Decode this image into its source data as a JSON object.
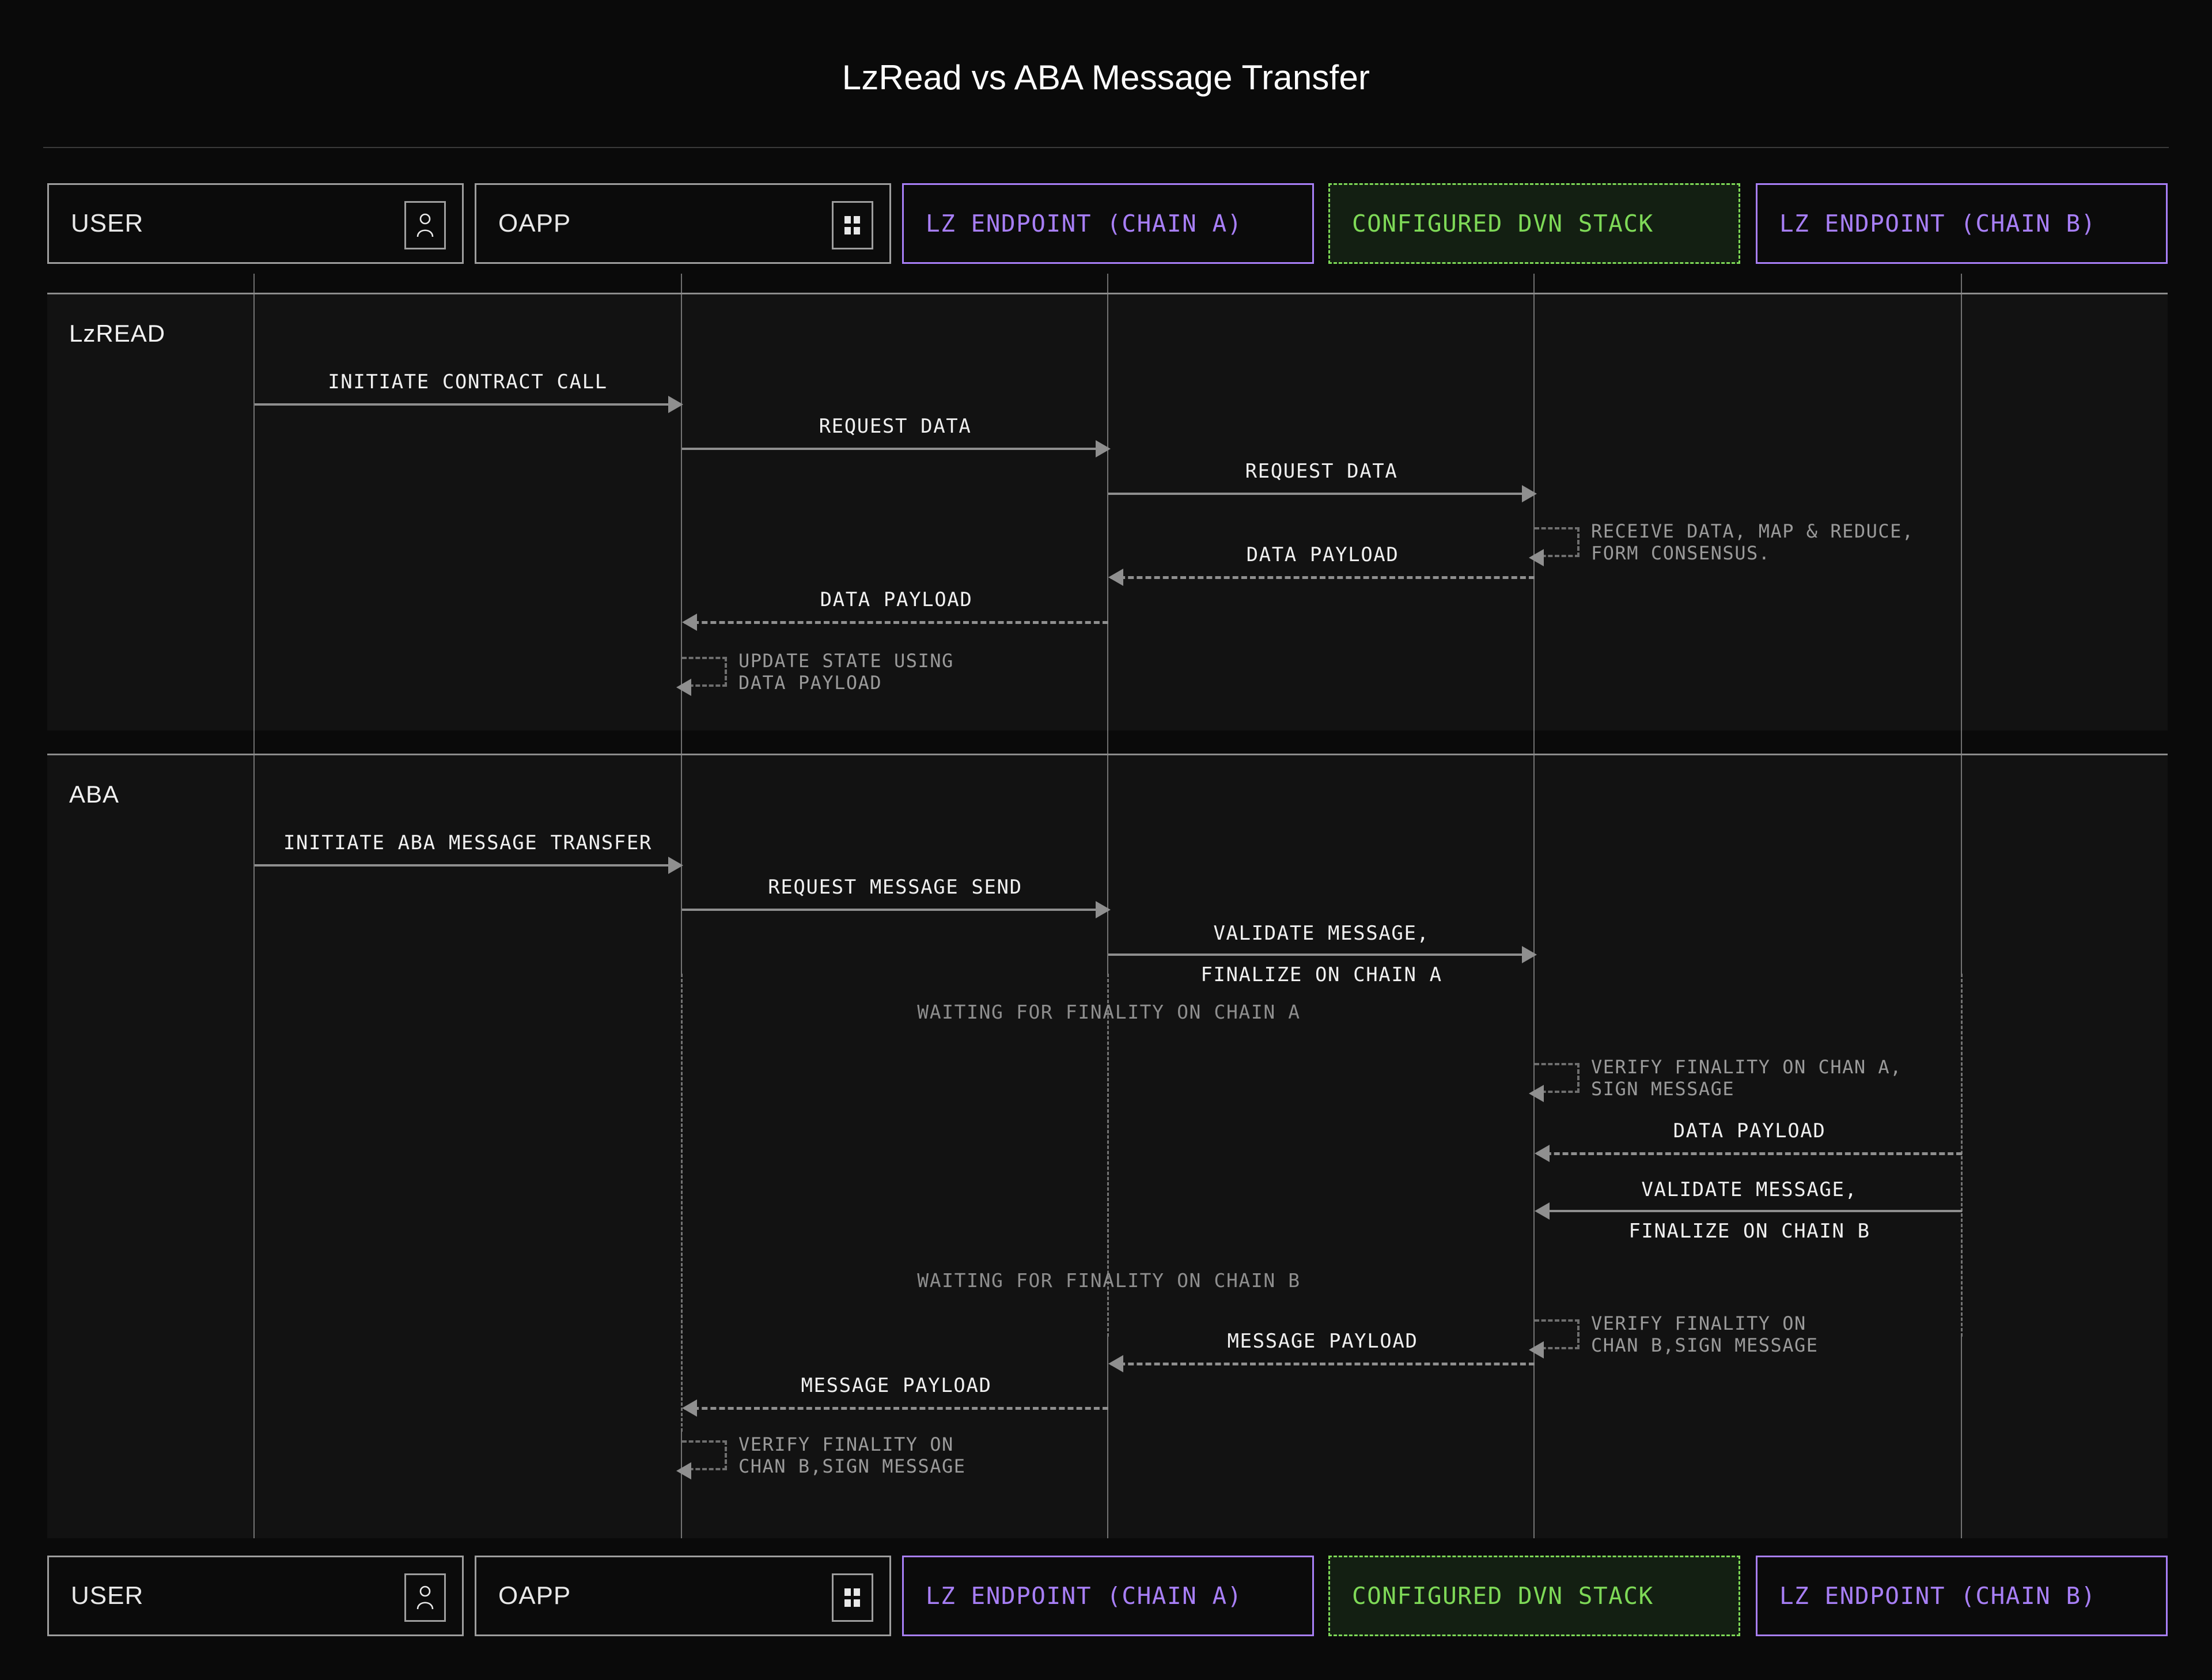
{
  "title": "LzRead vs ABA Message Transfer",
  "colors": {
    "background": "#0a0a0a",
    "default_border": "#9e9e9e",
    "violet": "#a87ff7",
    "green": "#7ed957",
    "green_fill": "#131f12",
    "arrow": "#8f8f8f",
    "note_text": "#9a9a9a",
    "section_fill": "rgba(255,255,255,0.035)"
  },
  "participants": [
    {
      "id": "user",
      "label": "USER",
      "style": "default",
      "icon": "person-icon"
    },
    {
      "id": "oapp",
      "label": "OAPP",
      "style": "default",
      "icon": "grid-squares-icon"
    },
    {
      "id": "epa",
      "label": "LZ ENDPOINT (CHAIN A)",
      "style": "violet",
      "icon": null
    },
    {
      "id": "dvn",
      "label": "CONFIGURED DVN STACK",
      "style": "green-dashed",
      "icon": null
    },
    {
      "id": "epb",
      "label": "LZ ENDPOINT (CHAIN B)",
      "style": "violet",
      "icon": null
    }
  ],
  "sections": [
    {
      "id": "lzread",
      "label": "LzREAD",
      "messages": [
        {
          "from": "user",
          "to": "oapp",
          "label": "INITIATE CONTRACT CALL",
          "type": "solid",
          "direction": "right"
        },
        {
          "from": "oapp",
          "to": "epa",
          "label": "REQUEST DATA",
          "type": "solid",
          "direction": "right"
        },
        {
          "from": "epa",
          "to": "dvn",
          "label": "REQUEST DATA",
          "type": "solid",
          "direction": "right"
        },
        {
          "from": "dvn",
          "to": "epa",
          "label": "DATA PAYLOAD",
          "type": "dashed",
          "direction": "left"
        },
        {
          "from": "epa",
          "to": "oapp",
          "label": "DATA PAYLOAD",
          "type": "dashed",
          "direction": "left"
        }
      ],
      "notes": [
        {
          "on": "dvn",
          "lines": [
            "RECEIVE DATA, MAP & REDUCE,",
            "FORM CONSENSUS."
          ]
        },
        {
          "on": "oapp",
          "lines": [
            "UPDATE STATE USING",
            "DATA PAYLOAD"
          ]
        }
      ],
      "waiting": []
    },
    {
      "id": "aba",
      "label": "ABA",
      "messages": [
        {
          "from": "user",
          "to": "oapp",
          "label": "INITIATE ABA MESSAGE TRANSFER",
          "type": "solid",
          "direction": "right"
        },
        {
          "from": "oapp",
          "to": "epa",
          "label": "REQUEST MESSAGE SEND",
          "type": "solid",
          "direction": "right"
        },
        {
          "from": "epa",
          "to": "dvn",
          "label": "VALIDATE MESSAGE,\nFINALIZE ON CHAIN A",
          "type": "solid",
          "direction": "right"
        },
        {
          "from": "epb",
          "to": "dvn",
          "label": "DATA PAYLOAD",
          "type": "dashed",
          "direction": "left"
        },
        {
          "from": "epb",
          "to": "dvn",
          "label": "VALIDATE MESSAGE,\nFINALIZE ON CHAIN B",
          "type": "solid",
          "direction": "left"
        },
        {
          "from": "dvn",
          "to": "epa",
          "label": "MESSAGE PAYLOAD",
          "type": "dashed",
          "direction": "left"
        },
        {
          "from": "epa",
          "to": "oapp",
          "label": "MESSAGE PAYLOAD",
          "type": "dashed",
          "direction": "left"
        }
      ],
      "notes": [
        {
          "on": "dvn",
          "lines": [
            "VERIFY FINALITY ON CHAN A,",
            "SIGN MESSAGE"
          ]
        },
        {
          "on": "dvn",
          "lines": [
            "VERIFY FINALITY ON",
            "CHAN B,SIGN MESSAGE"
          ]
        },
        {
          "on": "oapp",
          "lines": [
            "VERIFY FINALITY ON",
            "CHAN B,SIGN MESSAGE"
          ]
        }
      ],
      "waiting": [
        {
          "label": "WAITING FOR FINALITY ON CHAIN A"
        },
        {
          "label": "WAITING FOR FINALITY ON CHAIN B"
        }
      ]
    }
  ],
  "footer_participants": [
    {
      "id": "user",
      "label": "USER",
      "style": "default",
      "icon": "person-icon"
    },
    {
      "id": "oapp",
      "label": "OAPP",
      "style": "default",
      "icon": "grid-squares-icon"
    },
    {
      "id": "epa",
      "label": "LZ ENDPOINT (CHAIN A)",
      "style": "violet",
      "icon": null
    },
    {
      "id": "dvn",
      "label": "CONFIGURED DVN STACK",
      "style": "green-dashed",
      "icon": null
    },
    {
      "id": "epb",
      "label": "LZ ENDPOINT (CHAIN B)",
      "style": "violet",
      "icon": null
    }
  ]
}
